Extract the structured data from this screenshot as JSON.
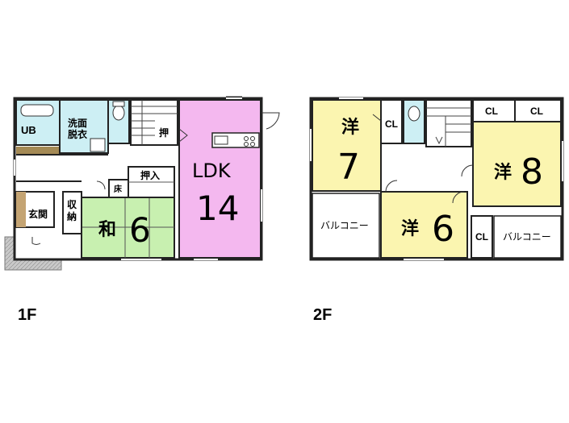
{
  "floors": {
    "first": {
      "label": "1F",
      "rooms": {
        "ub": "UB",
        "washroom_line1": "洗面",
        "washroom_line2": "脱衣",
        "entrance": "玄関",
        "storage_line1": "収",
        "storage_line2": "納",
        "tokonoma": "床",
        "oshiire": "押入",
        "closet_small": "押",
        "washitsu_name": "和",
        "washitsu_size": "6",
        "ldk_name": "LDK",
        "ldk_size": "14"
      }
    },
    "second": {
      "label": "2F",
      "rooms": {
        "room7_name": "洋",
        "room7_size": "7",
        "room8_name": "洋",
        "room8_size": "8",
        "room6_name": "洋",
        "room6_size": "6",
        "cl": "CL",
        "balcony": "バルコニー"
      }
    }
  },
  "colors": {
    "wall": "#222222",
    "ldk": "#f4b8ef",
    "washitsu": "#c8f0b0",
    "western": "#fbf5b0",
    "bath": "#cdeff4",
    "entrance_floor": "#c4a473",
    "floor_strip": "#a48a55",
    "porch": "#c9c9c9"
  }
}
